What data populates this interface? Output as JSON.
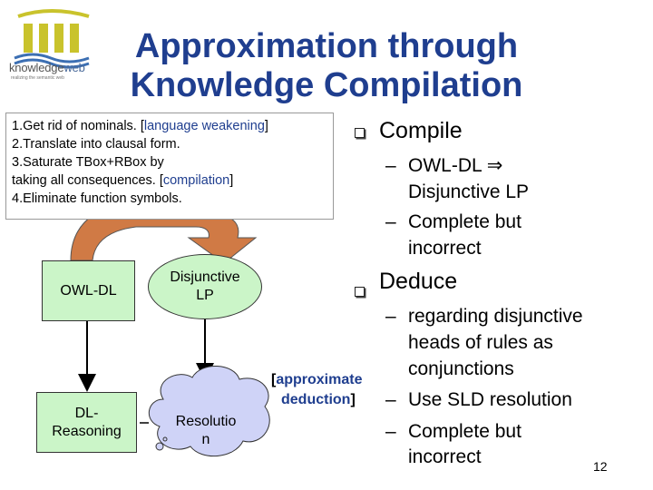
{
  "logo": {
    "name_part1": "knowledge",
    "name_part2": "web",
    "tagline": "realizing the semantic web"
  },
  "title": {
    "line1": "Approximation through",
    "line2": "Knowledge Compilation"
  },
  "steps": [
    {
      "text": "1.Get rid of nominals. ",
      "bracket_open": "[",
      "highlight": "language weakening",
      "bracket_close": "]"
    },
    {
      "text": "2.Translate into clausal form."
    },
    {
      "text": "3.Saturate TBox+RBox by"
    },
    {
      "text": "taking all consequences. ",
      "bracket_open": "[",
      "highlight": "compilation",
      "bracket_close": "]"
    },
    {
      "text": "4.Eliminate function symbols."
    }
  ],
  "diagram": {
    "owl_dl": "OWL-DL",
    "disjunctive_lp": {
      "line1": "Disjunctive",
      "line2": "LP"
    },
    "dl_reasoning": {
      "line1": "DL-",
      "line2": "Reasoning"
    },
    "resolution": {
      "line1": "Resolutio",
      "line2": "n"
    },
    "approx_label": {
      "bracket_open": "[",
      "line1": "approximate",
      "line2": "deduction",
      "bracket_close": "]"
    }
  },
  "bullets": {
    "compile": {
      "label": "Compile",
      "sub1": {
        "line1": "OWL-DL ⇒",
        "line2": "Disjunctive LP"
      },
      "sub2": {
        "line1": "Complete but",
        "line2": "incorrect"
      }
    },
    "deduce": {
      "label": "Deduce",
      "sub1": {
        "line1": "regarding disjunctive",
        "line2": "heads of rules as",
        "line3": "conjunctions"
      },
      "sub2": {
        "line1": "Use SLD resolution"
      },
      "sub3": {
        "line1": "Complete but",
        "line2": "incorrect"
      }
    },
    "dash": "–"
  },
  "page_number": "12",
  "colors": {
    "title": "#1f3e8f",
    "box_fill": "#cbf5c8",
    "arrow_fill": "#d07a45",
    "cloud_fill": "#cfd3f7"
  }
}
